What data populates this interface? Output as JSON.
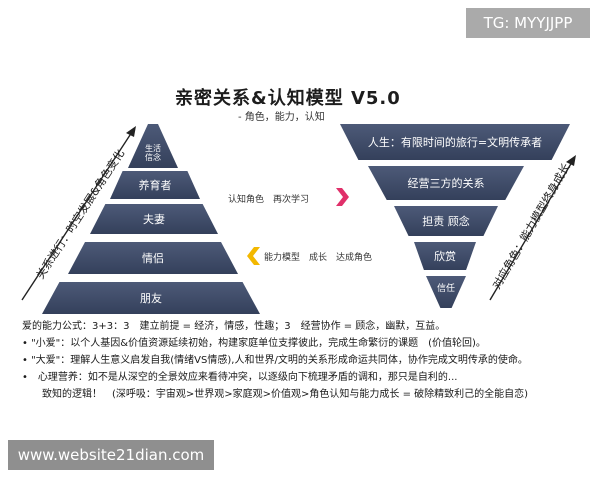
{
  "watermarks": {
    "top": "TG: MYYJJPP",
    "bottom": "www.website21dian.com"
  },
  "diagram": {
    "title": "亲密关系&认知模型 V5.0",
    "subtitle": "- 角色，能力，认知",
    "pyramid": {
      "layers": [
        "生活\n信念",
        "养育者",
        "夫妻",
        "情侣",
        "朋友"
      ],
      "side_label": "关系进行：时空发展&角色变化",
      "color": "#3f4b68"
    },
    "inverted": {
      "layers": [
        "人生：有限时间的旅行=文明传承者",
        "经营三方的关系",
        "担责 顾念",
        "欣赏",
        "信任"
      ],
      "side_label": "对应角色：能力模型终身成长"
    },
    "middle": {
      "upper_label": "认知角色　再次学习",
      "upper_arrow_color": "#e0306a",
      "lower_label": "能力模型　成长　达成角色",
      "lower_arrow_color": "#f3b800"
    },
    "notes": [
      "爱的能力公式：3+3：3　建立前提 = 经济，情感，性趣；3　经营协作 = 顾念，幽默，互益。",
      "•  \"小爱\"：以个人基因&价值资源延续初始，构建家庭单位支撑彼此，完成生命繁衍的课题　(价值轮回)。",
      "•  \"大爱\"：理解人生意义启发自我(情绪VS情感),人和世界/文明的关系形成命运共同体，协作完成文明传承的使命。",
      "•　心理营养：如不是从深空的全景效应来看待冲突，以逐级向下梳理矛盾的调和，那只是自利的...",
      "　　致知的逻辑！　(深呼吸：宇宙观>世界观>家庭观>价值观>角色认知与能力成长 = 破除精致利己的全能自恋)"
    ]
  }
}
